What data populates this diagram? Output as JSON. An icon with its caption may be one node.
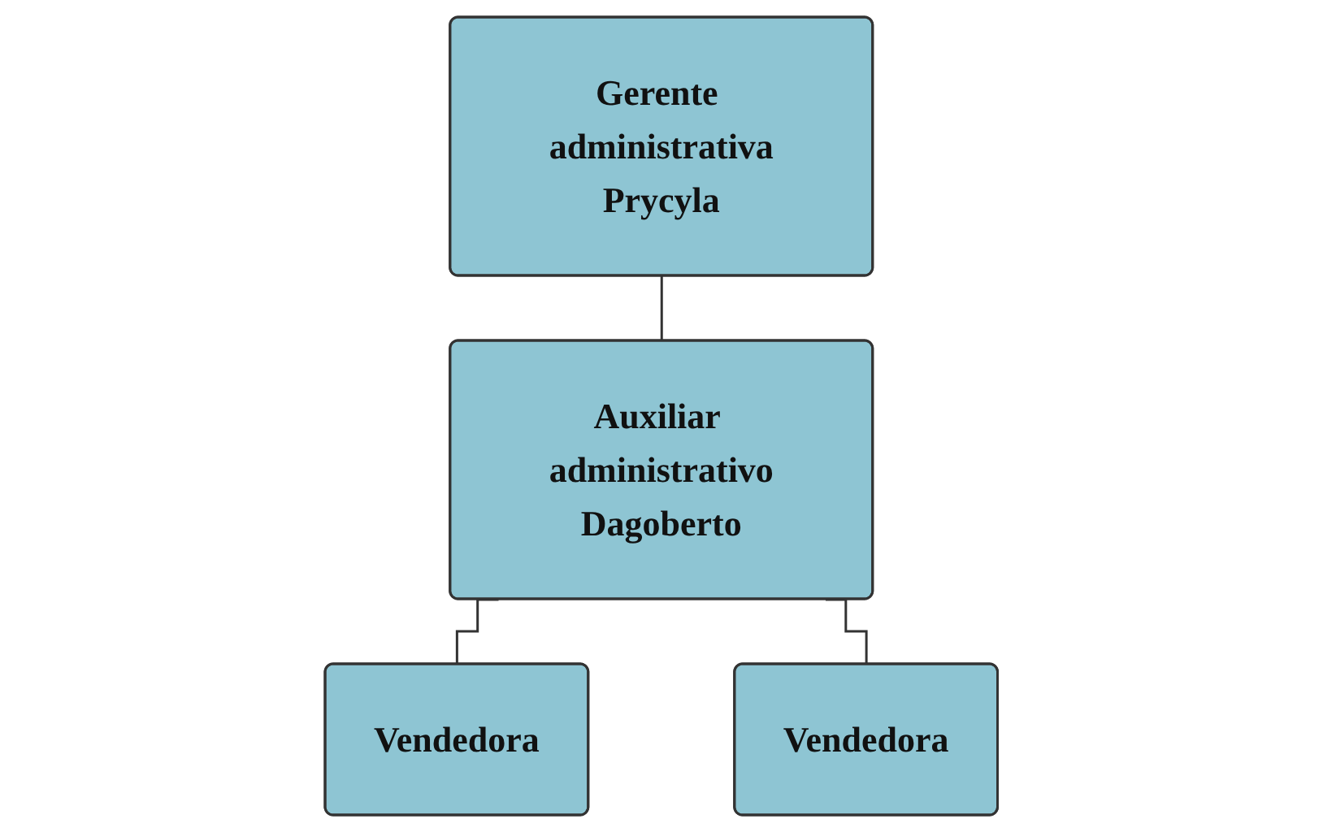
{
  "diagram": {
    "nodes": [
      {
        "text": [
          "Gerente administrativa",
          "Prycyla"
        ]
      },
      {
        "text": [
          "Auxiliar administrativo",
          "Dagoberto"
        ]
      },
      {
        "text": [
          "Vendedora"
        ]
      },
      {
        "text": [
          "Vendedora"
        ]
      }
    ],
    "edges": [
      {
        "from": 0,
        "to": 1,
        "arrow": "none"
      },
      {
        "from": 1,
        "to": 2,
        "arrow": "none"
      },
      {
        "from": 1,
        "to": 3,
        "arrow": "none"
      }
    ]
  }
}
